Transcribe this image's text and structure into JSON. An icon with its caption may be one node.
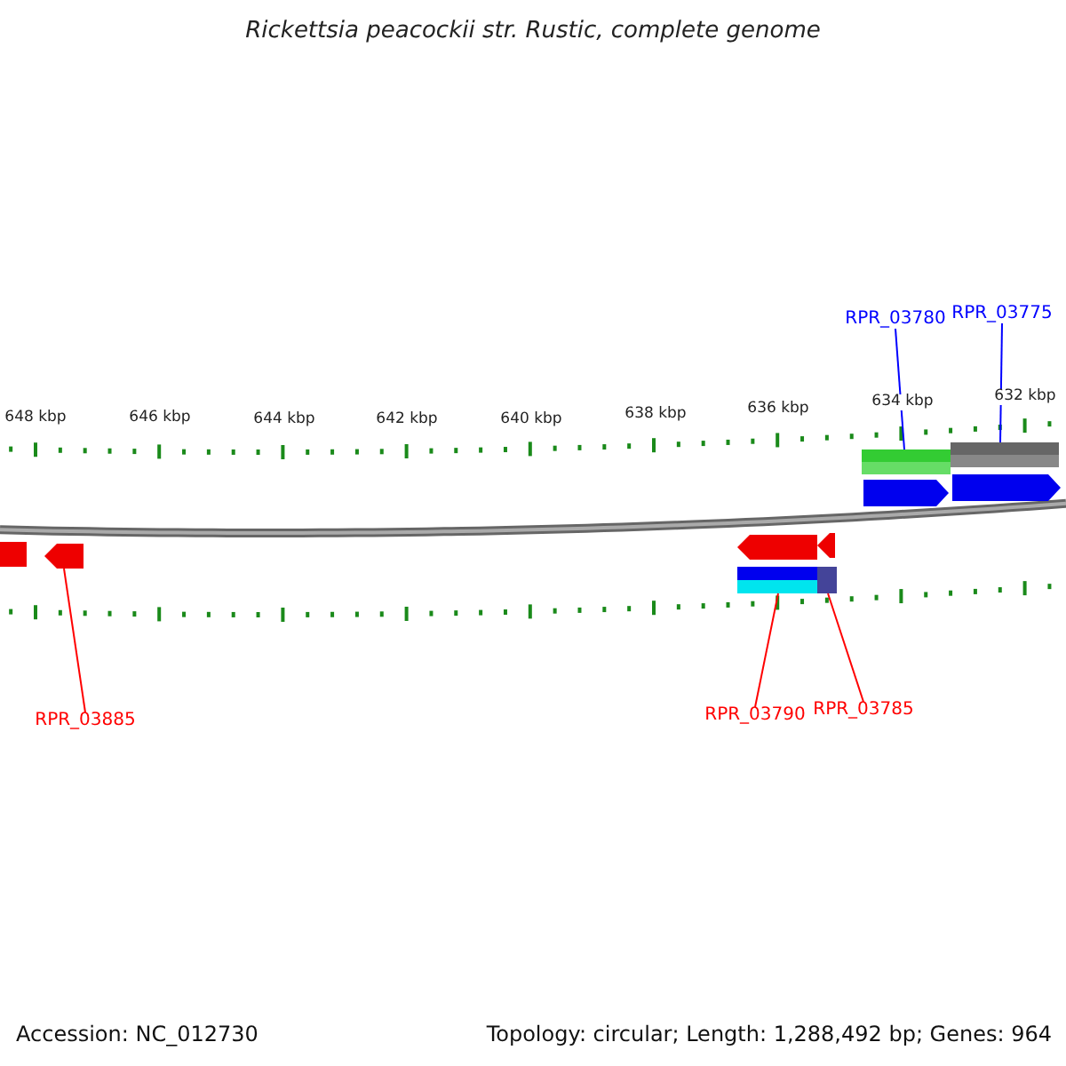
{
  "diagram": {
    "title": "Rickettsia peacockii str. Rustic, complete genome",
    "nodes": [
      {
        "text": [
          "RPR_03780"
        ]
      },
      {
        "text": [
          "RPR_03775"
        ]
      },
      {
        "text": [
          "RPR_03885"
        ]
      },
      {
        "text": [
          "RPR_03790"
        ]
      },
      {
        "text": [
          "RPR_03785"
        ]
      },
      {
        "text": [],
        "shape": "bar"
      },
      {
        "text": [],
        "shape": "bar"
      },
      {
        "text": [],
        "shape": "arrow"
      },
      {
        "text": [],
        "shape": "bar"
      },
      {
        "text": [],
        "shape": "bar"
      }
    ],
    "edges": [
      {
        "from": 0,
        "to": 5,
        "arrow": "none",
        "color": "#0000ff"
      },
      {
        "from": 1,
        "to": 6,
        "arrow": "none",
        "color": "#0000ff"
      },
      {
        "from": 2,
        "to": 7,
        "arrow": "none"
      },
      {
        "from": 3,
        "to": 8,
        "arrow": "none"
      },
      {
        "from": 4,
        "to": 9,
        "arrow": "none"
      }
    ],
    "labels": [
      "648 kbp",
      "646 kbp",
      "644 kbp",
      "642 kbp",
      "640 kbp",
      "638 kbp",
      "636 kbp",
      "634 kbp",
      "632 kbp",
      "Accession: NC_012730",
      "Topology: circular; Length: 1,288,492 bp; Genes: 964"
    ]
  }
}
